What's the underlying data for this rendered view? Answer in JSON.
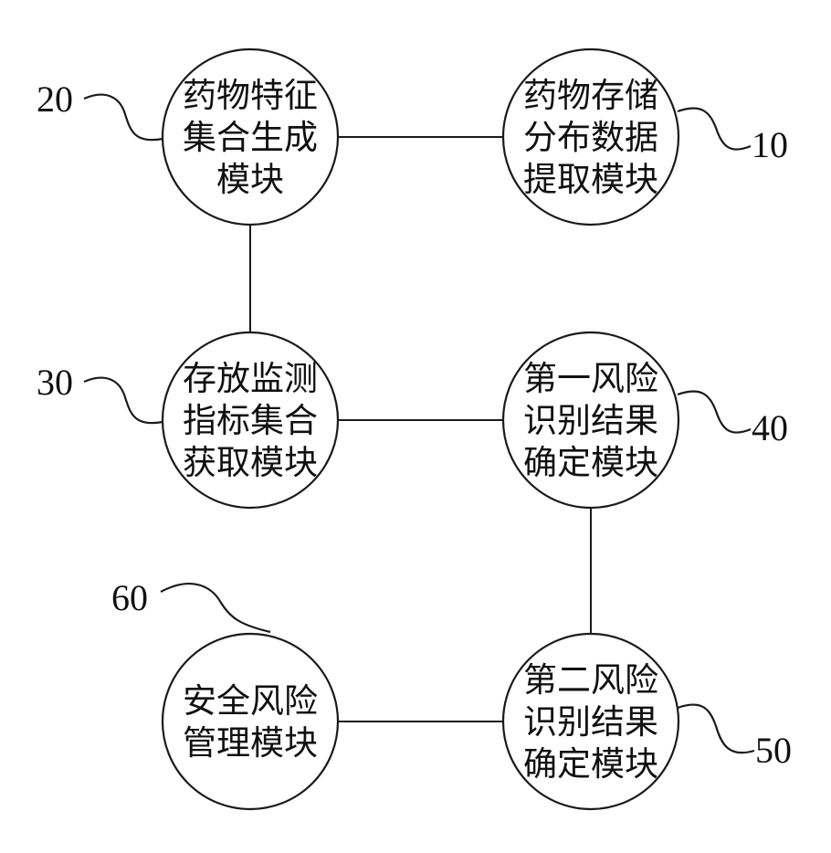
{
  "diagram": {
    "modules": [
      {
        "id": "m20",
        "ref": "20",
        "lines": [
          "药物特征",
          "集合生成",
          "模块"
        ]
      },
      {
        "id": "m10",
        "ref": "10",
        "lines": [
          "药物存储",
          "分布数据",
          "提取模块"
        ]
      },
      {
        "id": "m30",
        "ref": "30",
        "lines": [
          "存放监测",
          "指标集合",
          "获取模块"
        ]
      },
      {
        "id": "m40",
        "ref": "40",
        "lines": [
          "第一风险",
          "识别结果",
          "确定模块"
        ]
      },
      {
        "id": "m60",
        "ref": "60",
        "lines": [
          "安全风险",
          "管理模块"
        ]
      },
      {
        "id": "m50",
        "ref": "50",
        "lines": [
          "第二风险",
          "识别结果",
          "确定模块"
        ]
      }
    ],
    "connections": [
      [
        "m20",
        "m10"
      ],
      [
        "m20",
        "m30"
      ],
      [
        "m30",
        "m40"
      ],
      [
        "m40",
        "m50"
      ],
      [
        "m60",
        "m50"
      ]
    ]
  }
}
